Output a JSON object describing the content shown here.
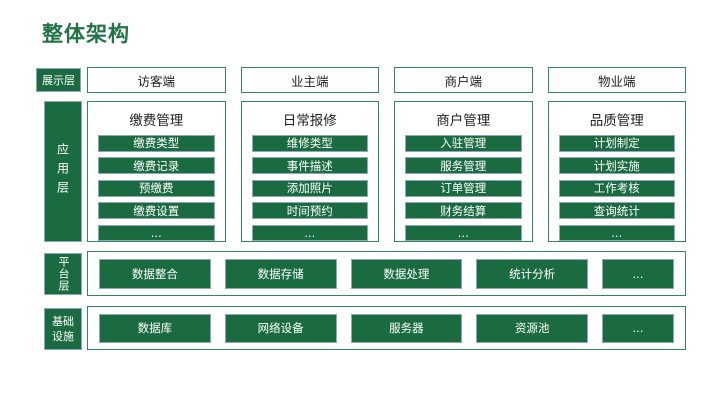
{
  "title": "整体架构",
  "colors": {
    "title_green": "#217346",
    "fill_green": "#1B6B40",
    "box_border_green": "#2E8B57",
    "block_border_blue": "#8FA6BF",
    "text_dark": "#222222",
    "text_white": "#ffffff"
  },
  "presentation": {
    "label": "展示层",
    "items": [
      "访客端",
      "业主端",
      "商户端",
      "物业端"
    ]
  },
  "application": {
    "label": "应用层",
    "columns": [
      {
        "title": "缴费管理",
        "items": [
          "缴费类型",
          "缴费记录",
          "预缴费",
          "缴费设置",
          "..."
        ]
      },
      {
        "title": "日常报修",
        "items": [
          "维修类型",
          "事件描述",
          "添加照片",
          "时间预约",
          "..."
        ]
      },
      {
        "title": "商户管理",
        "items": [
          "入驻管理",
          "服务管理",
          "订单管理",
          "财务结算",
          "..."
        ]
      },
      {
        "title": "品质管理",
        "items": [
          "计划制定",
          "计划实施",
          "工作考核",
          "查询统计",
          "..."
        ]
      }
    ]
  },
  "platform": {
    "label": "平台层",
    "items": [
      "数据整合",
      "数据存储",
      "数据处理",
      "统计分析",
      "..."
    ]
  },
  "infrastructure": {
    "label_line1": "基础",
    "label_line2": "设施",
    "items": [
      "数据库",
      "网络设备",
      "服务器",
      "资源池",
      "..."
    ]
  }
}
